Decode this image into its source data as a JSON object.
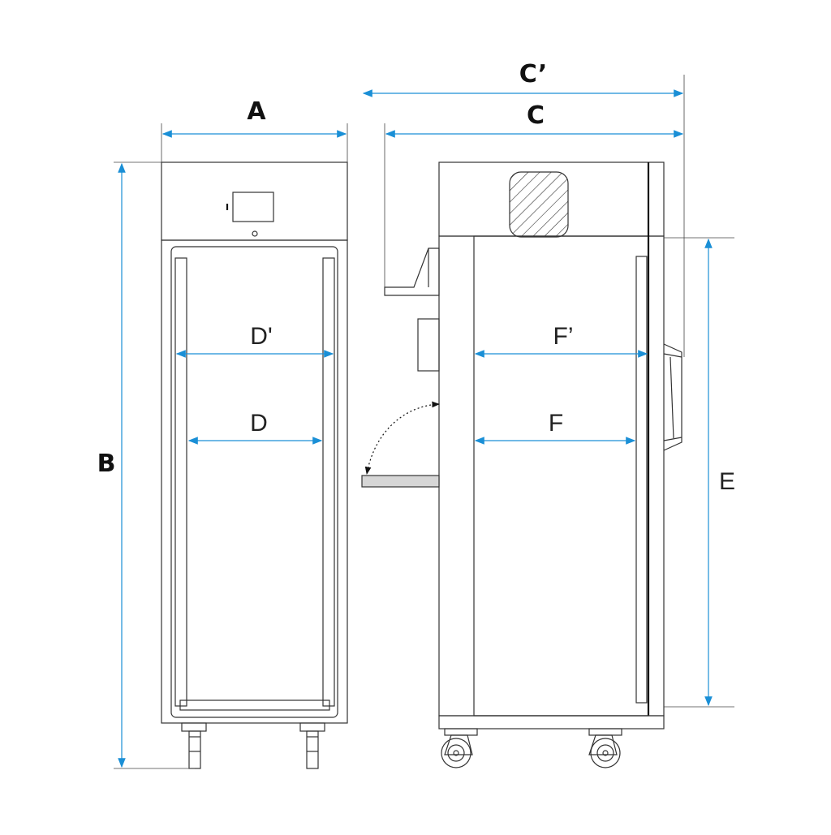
{
  "labels": {
    "A": "A",
    "B": "B",
    "C": "C",
    "C_prime": "C’",
    "D": "D",
    "D_prime": "D'",
    "E": "E",
    "F": "F",
    "F_prime": "F’"
  }
}
